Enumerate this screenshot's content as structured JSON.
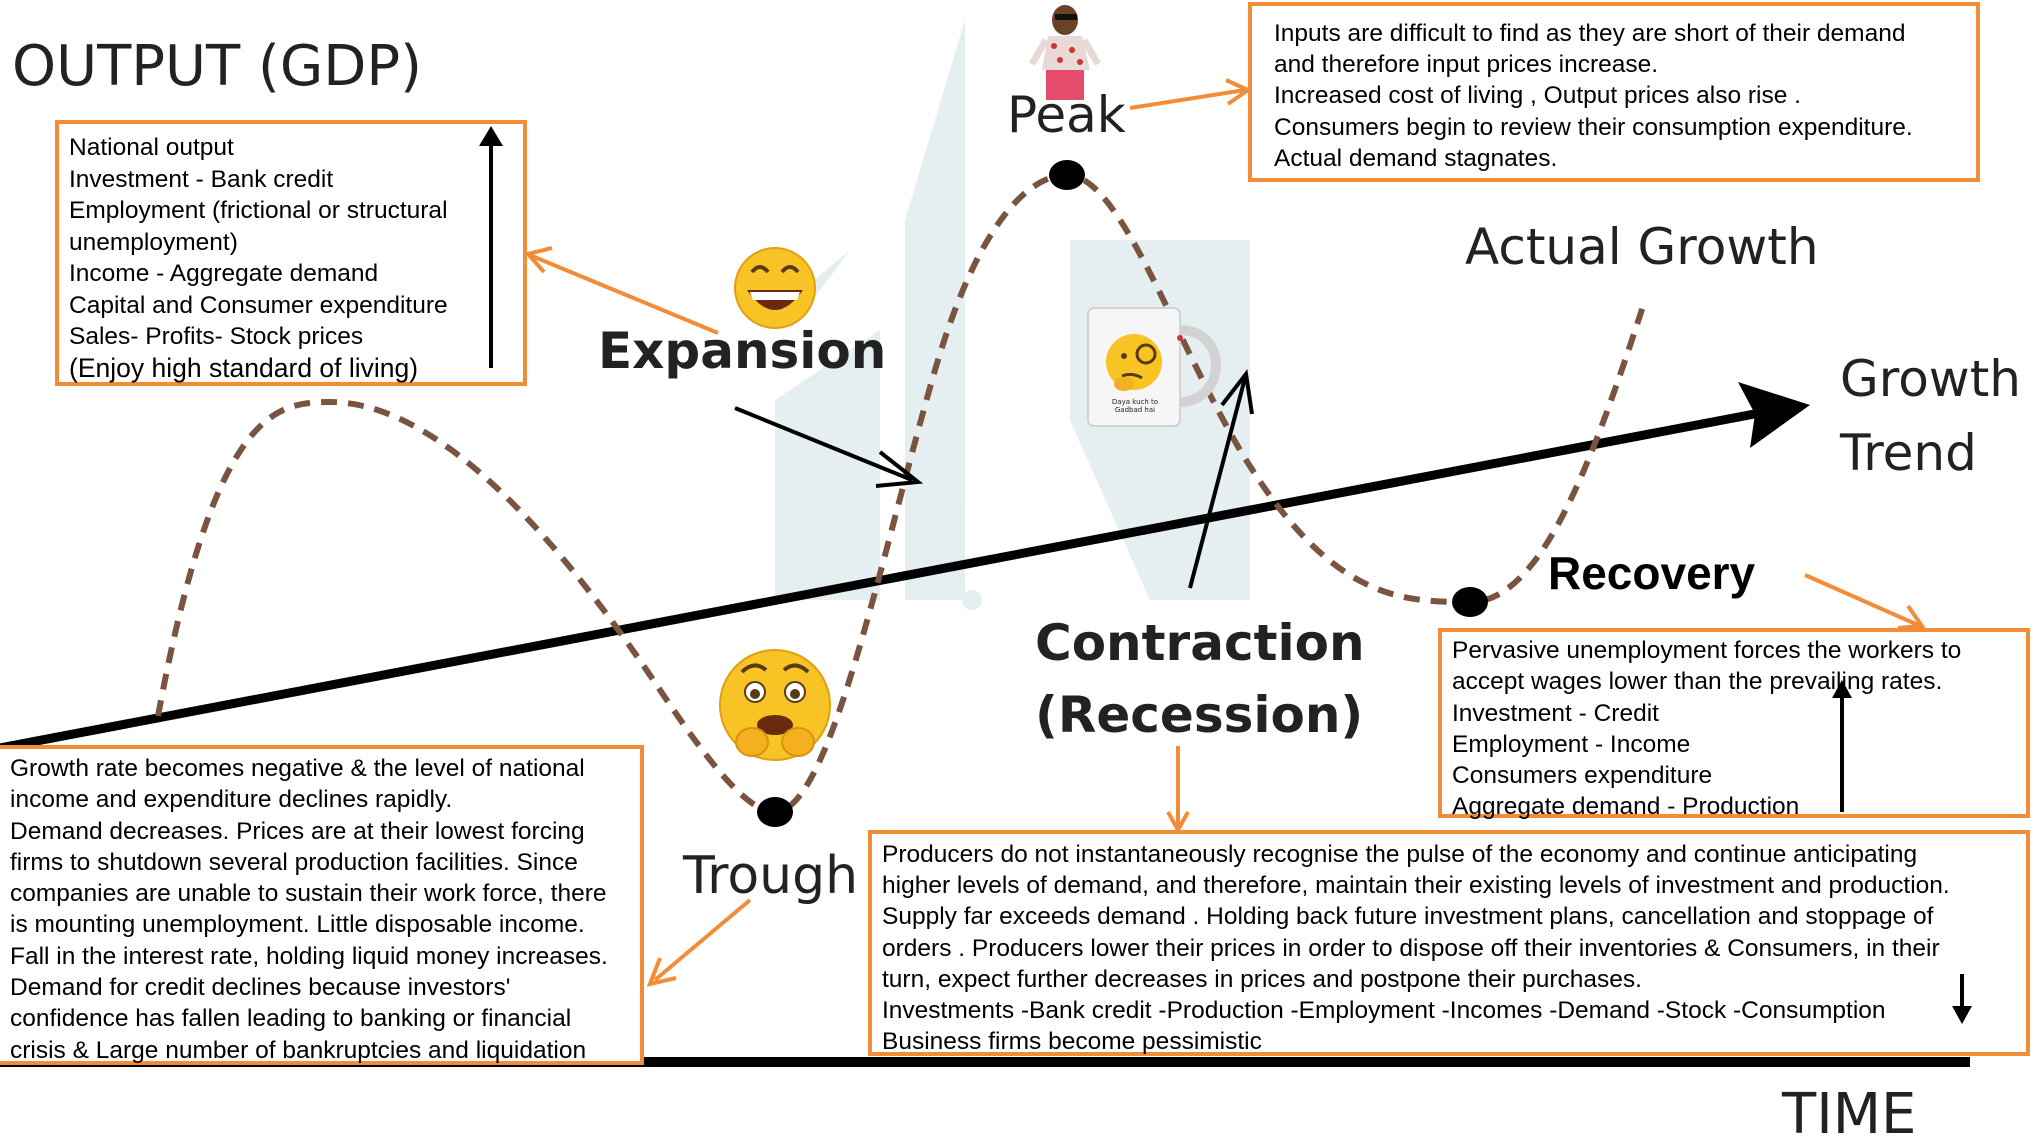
{
  "axes": {
    "y_label": "OUTPUT (GDP)",
    "x_label": "TIME"
  },
  "phases": {
    "peak": "Peak",
    "trough": "Trough",
    "expansion": "Expansion",
    "contraction_1": "Contraction",
    "contraction_2": "(Recession)",
    "recovery": "Recovery"
  },
  "curve_labels": {
    "actual_growth": "Actual Growth",
    "growth_trend_1": "Growth",
    "growth_trend_2": "Trend"
  },
  "mug_text": [
    "Daya kuch to",
    "Gadbad hai"
  ],
  "boxes": {
    "expansion_box": {
      "lines": [
        "National output",
        "Investment - Bank credit",
        "Employment (frictional or structural",
        "unemployment)",
        "Income - Aggregate demand",
        "Capital and Consumer expenditure",
        "Sales- Profits- Stock prices",
        "(Enjoy high standard of living)"
      ]
    },
    "peak_box": {
      "lines": [
        "Inputs are difficult to find as they are short of their demand",
        "and therefore input prices increase.",
        "Increased cost of living , Output prices also rise .",
        "Consumers begin to review their consumption expenditure.",
        "Actual demand stagnates."
      ]
    },
    "trough_box": {
      "lines": [
        "Growth rate becomes negative & the level of national",
        "income and expenditure declines rapidly.",
        "Demand decreases. Prices are at their lowest forcing",
        "firms to shutdown several production facilities. Since",
        "companies are unable to sustain their work force, there",
        "is mounting unemployment. Little disposable income.",
        "Fall in the interest rate, holding liquid money increases.",
        "Demand for credit declines because investors'",
        "confidence has fallen leading to banking or financial",
        "crisis & Large number of bankruptcies and liquidation"
      ]
    },
    "contraction_box": {
      "lines": [
        "Producers do not instantaneously recognise the pulse of the economy and continue anticipating",
        "higher levels of demand, and therefore, maintain their existing levels of investment and production.",
        "Supply far exceeds demand . Holding back future investment plans, cancellation and stoppage of",
        "orders . Producers lower their prices in order to dispose off their inventories & Consumers, in their",
        "turn, expect further decreases in prices and postpone their purchases.",
        "Investments -Bank credit -Production -Employment -Incomes -Demand -Stock -Consumption",
        "Business firms become pessimistic"
      ]
    },
    "recovery_box": {
      "lines": [
        "Pervasive unemployment forces the workers to",
        "accept wages lower than the prevailing rates.",
        "Investment - Credit",
        "Employment - Income",
        "Consumers expenditure",
        "Aggregate demand - Production"
      ]
    }
  },
  "colors": {
    "box_border": "#F28C38",
    "curve": "#7A5440",
    "trend": "#000000",
    "watermark": "#DCE8EC"
  }
}
